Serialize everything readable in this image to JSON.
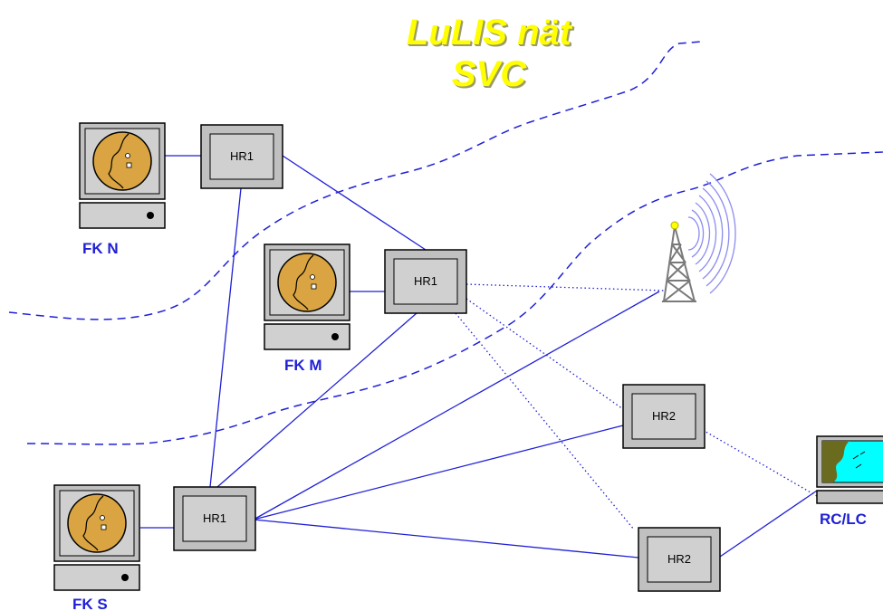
{
  "title": {
    "line1": "LuLIS nät",
    "line2": "SVC"
  },
  "stations": {
    "fk_n": "FK N",
    "fk_m": "FK M",
    "fk_s": "FK S",
    "rc_lc": "RC/LC"
  },
  "routers": {
    "hr1_north": "HR1",
    "hr1_middle": "HR1",
    "hr1_south": "HR1",
    "hr2_upper": "HR2",
    "hr2_lower": "HR2"
  },
  "colors": {
    "title": "#ffff00",
    "label": "#1f1fd6",
    "link": "#1f1fd6",
    "border": "#1f1fd6",
    "device_gray": "#c0c0c0",
    "globe": "#d9a441",
    "rc_screen": "#00ffff",
    "rc_land": "#6b6b1f",
    "radio_waves": "#8c8cf0"
  }
}
